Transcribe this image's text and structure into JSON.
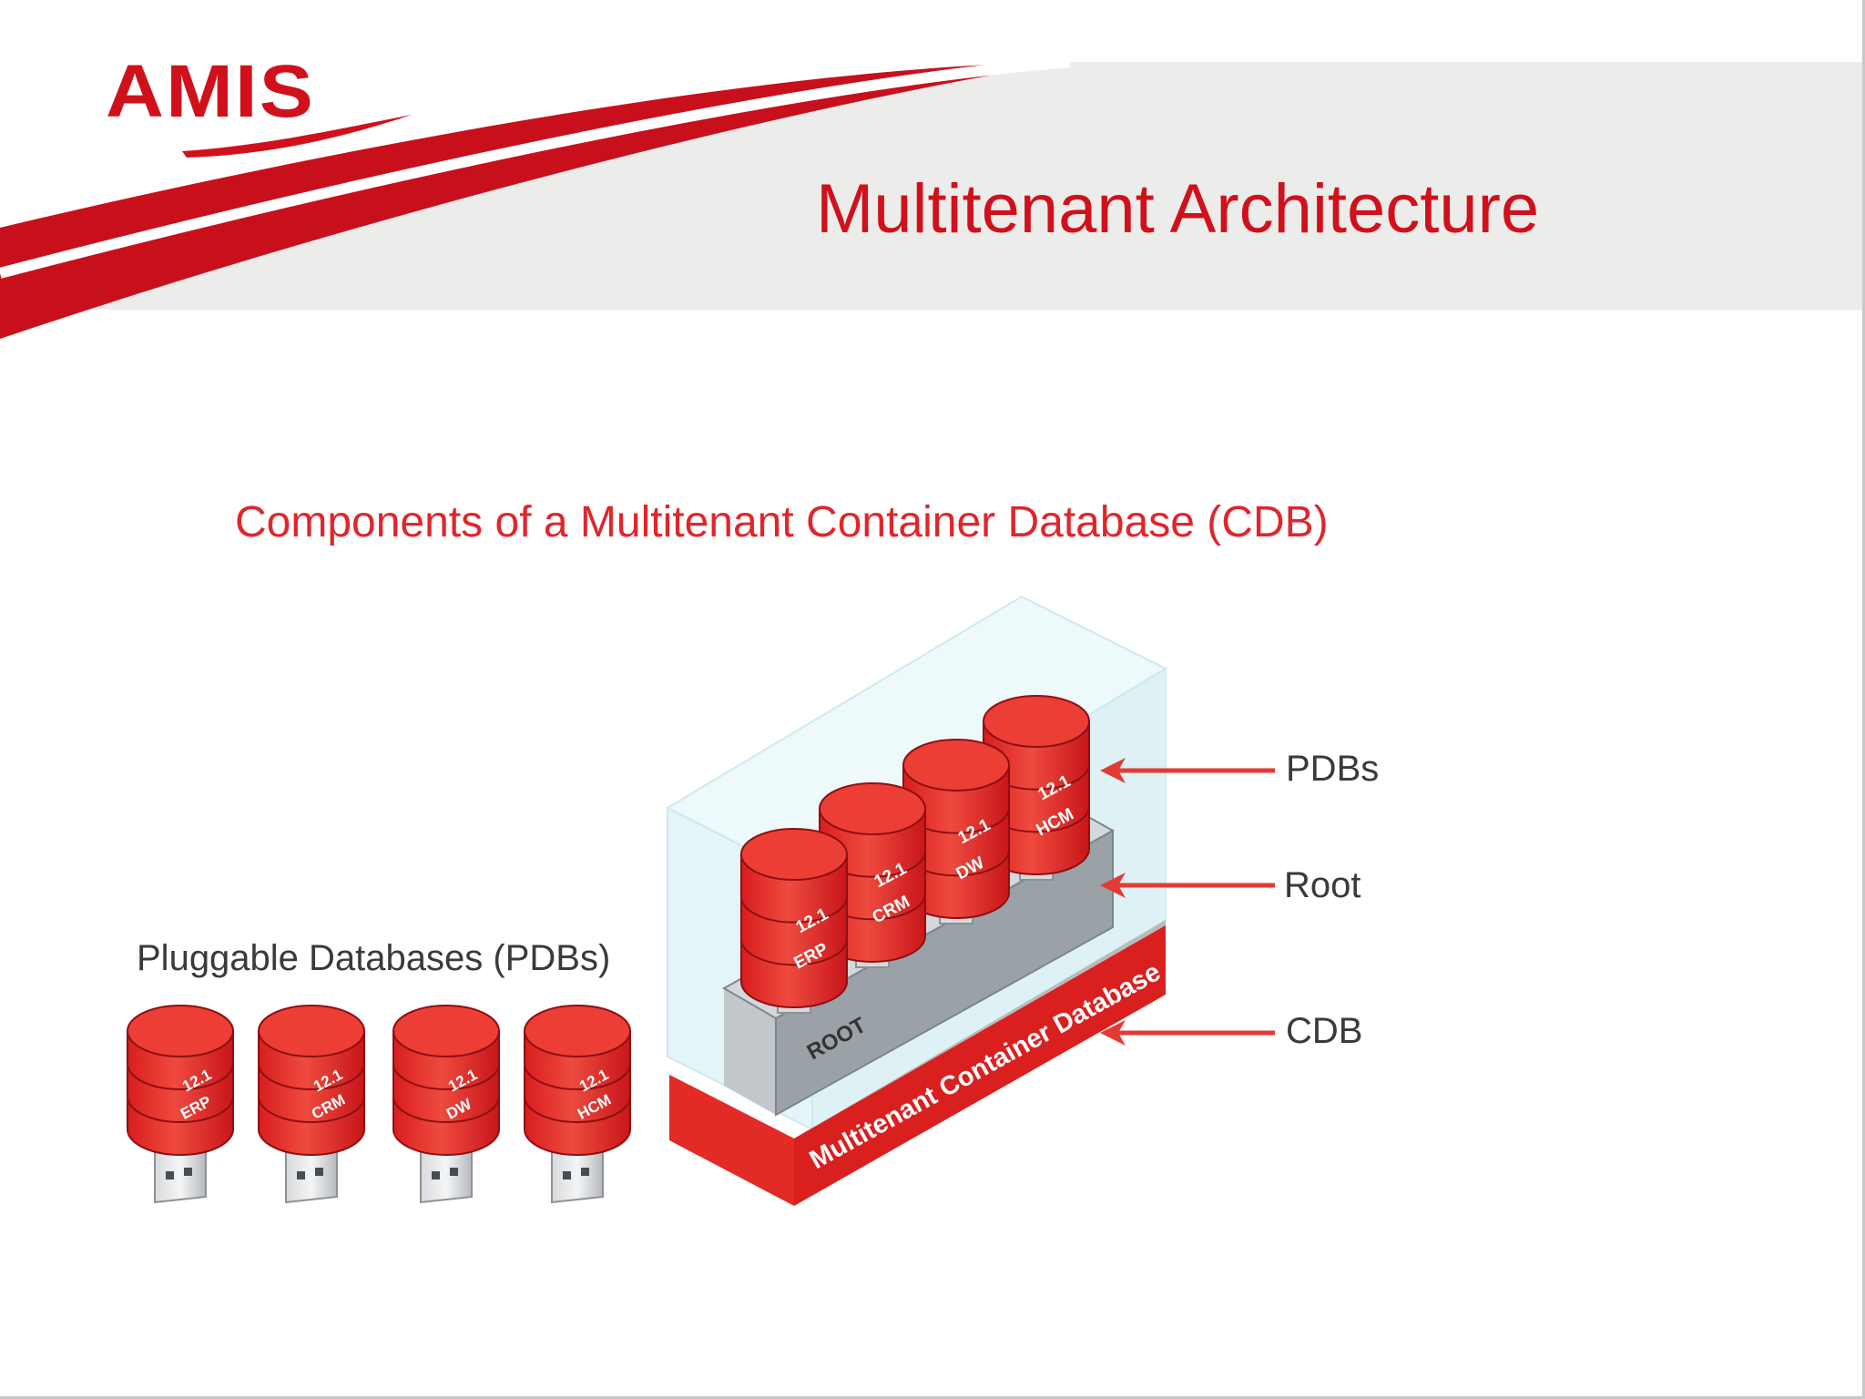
{
  "logo": {
    "text": "AMIS"
  },
  "slide": {
    "title": "Multitenant Architecture"
  },
  "diagram": {
    "title": "Components of a Multitenant Container Database (CDB)",
    "pdb_heading": "Pluggable Databases (PDBs)",
    "version": "12.1",
    "pluggable_dbs": [
      {
        "name": "ERP",
        "version": "12.1"
      },
      {
        "name": "CRM",
        "version": "12.1"
      },
      {
        "name": "DW",
        "version": "12.1"
      },
      {
        "name": "HCM",
        "version": "12.1"
      }
    ],
    "root_label": "ROOT",
    "cdb_label": "Multitenant Container Database",
    "callouts": {
      "pdbs": "PDBs",
      "root": "Root",
      "cdb": "CDB"
    }
  },
  "colors": {
    "brand_red": "#d0111c",
    "db_red": "#e8342c",
    "root_gray": "#b9bec2",
    "container_glass": "#e6f6f9"
  }
}
